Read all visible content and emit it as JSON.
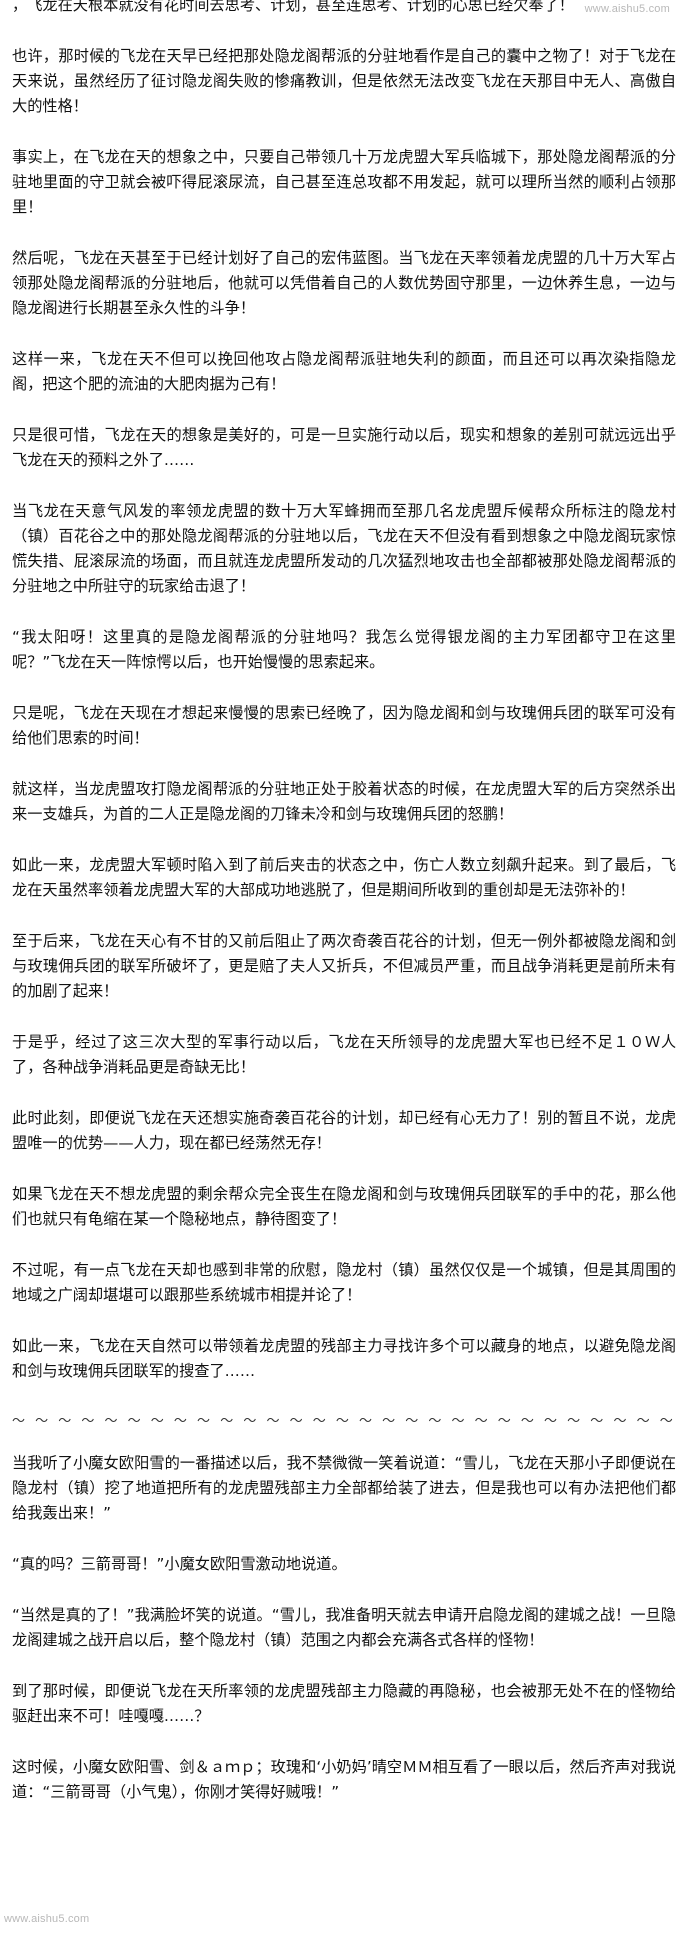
{
  "watermark_top": "www.aishu5.com",
  "watermark_bottom": "www.aishu5.com",
  "paragraphs": [
    "，飞龙在天根本就没有花时间去思考、计划，甚至连思考、计划的心思已经欠奉了！",
    "也许，那时候的飞龙在天早已经把那处隐龙阁帮派的分驻地看作是自己的囊中之物了！对于飞龙在天来说，虽然经历了征讨隐龙阁失败的惨痛教训，但是依然无法改变飞龙在天那目中无人、高傲自大的性格！",
    "事实上，在飞龙在天的想象之中，只要自己带领几十万龙虎盟大军兵临城下，那处隐龙阁帮派的分驻地里面的守卫就会被吓得屁滚尿流，自己甚至连总攻都不用发起，就可以理所当然的顺利占领那里！",
    "然后呢，飞龙在天甚至于已经计划好了自己的宏伟蓝图。当飞龙在天率领着龙虎盟的几十万大军占领那处隐龙阁帮派的分驻地后，他就可以凭借着自己的人数优势固守那里，一边休养生息，一边与隐龙阁进行长期甚至永久性的斗争！",
    "这样一来，飞龙在天不但可以挽回他攻占隐龙阁帮派驻地失利的颜面，而且还可以再次染指隐龙阁，把这个肥的流油的大肥肉据为己有！",
    "只是很可惜，飞龙在天的想象是美好的，可是一旦实施行动以后，现实和想象的差别可就远远出乎飞龙在天的预料之外了……",
    "当飞龙在天意气风发的率领龙虎盟的数十万大军蜂拥而至那几名龙虎盟斥候帮众所标注的隐龙村（镇）百花谷之中的那处隐龙阁帮派的分驻地以后，飞龙在天不但没有看到想象之中隐龙阁玩家惊慌失措、屁滚尿流的场面，而且就连龙虎盟所发动的几次猛烈地攻击也全部都被那处隐龙阁帮派的分驻地之中所驻守的玩家给击退了！",
    "“我太阳呀！这里真的是隐龙阁帮派的分驻地吗？我怎么觉得银龙阁的主力军团都守卫在这里呢？”飞龙在天一阵惊愕以后，也开始慢慢的思索起来。",
    "只是呢，飞龙在天现在才想起来慢慢的思索已经晚了，因为隐龙阁和剑与玫瑰佣兵团的联军可没有给他们思索的时间！",
    "就这样，当龙虎盟攻打隐龙阁帮派的分驻地正处于胶着状态的时候，在龙虎盟大军的后方突然杀出来一支雄兵，为首的二人正是隐龙阁的刀锋未冷和剑与玫瑰佣兵团的怒鹏！",
    "如此一来，龙虎盟大军顿时陷入到了前后夹击的状态之中，伤亡人数立刻飙升起来。到了最后，飞龙在天虽然率领着龙虎盟大军的大部成功地逃脱了，但是期间所收到的重创却是无法弥补的！",
    "至于后来，飞龙在天心有不甘的又前后阻止了两次奇袭百花谷的计划，但无一例外都被隐龙阁和剑与玫瑰佣兵团的联军所破坏了，更是赔了夫人又折兵，不但减员严重，而且战争消耗更是前所未有的加剧了起来！",
    "于是乎，经过了这三次大型的军事行动以后，飞龙在天所领导的龙虎盟大军也已经不足１０Ｗ人了，各种战争消耗品更是奇缺无比！",
    "此时此刻，即便说飞龙在天还想实施奇袭百花谷的计划，却已经有心无力了！别的暂且不说，龙虎盟唯一的优势——人力，现在都已经荡然无存！",
    "如果飞龙在天不想龙虎盟的剩余帮众完全丧生在隐龙阁和剑与玫瑰佣兵团联军的手中的花，那么他们也就只有龟缩在某一个隐秘地点，静待图变了！",
    "不过呢，有一点飞龙在天却也感到非常的欣慰，隐龙村（镇）虽然仅仅是一个城镇，但是其周围的地域之广阔却堪堪可以跟那些系统城市相提并论了！",
    "如此一来，飞龙在天自然可以带领着龙虎盟的残部主力寻找许多个可以藏身的地点，以避免隐龙阁和剑与玫瑰佣兵团联军的搜查了……",
    "当我听了小魔女欧阳雪的一番描述以后，我不禁微微一笑着说道：“雪儿，飞龙在天那小子即便说在隐龙村（镇）挖了地道把所有的龙虎盟残部主力全部都给装了进去，但是我也可以有办法把他们都给我轰出来！”",
    "“真的吗？三箭哥哥！”小魔女欧阳雪激动地说道。",
    "“当然是真的了！”我满脸坏笑的说道。“雪儿，我准备明天就去申请开启隐龙阁的建城之战！一旦隐龙阁建城之战开启以后，整个隐龙村（镇）范围之内都会充满各式各样的怪物！",
    "到了那时候，即便说飞龙在天所率领的龙虎盟残部主力隐藏的再隐秘，也会被那无处不在的怪物给驱赶出来不可！哇嘎嘎……？",
    "这时候，小魔女欧阳雪、剑＆ａｍｐ；玫瑰和‘小奶妈’晴空ＭＭ相互看了一眼以后，然后齐声对我说道：“三箭哥哥（小气鬼），你刚才笑得好贼哦！”"
  ],
  "separator": "～ ～ ～ ～ ～ ～ ～ ～ ～ ～ ～ ～ ～ ～ ～ ～ ～ ～ ～ ～ ～ ～ ～ ～ ～ ～ ～ ～ ～ ～ ～ ～ ～ ～ ～ ～ ～ ～ ～ ～ ～ ～ ～ ～ ～"
}
